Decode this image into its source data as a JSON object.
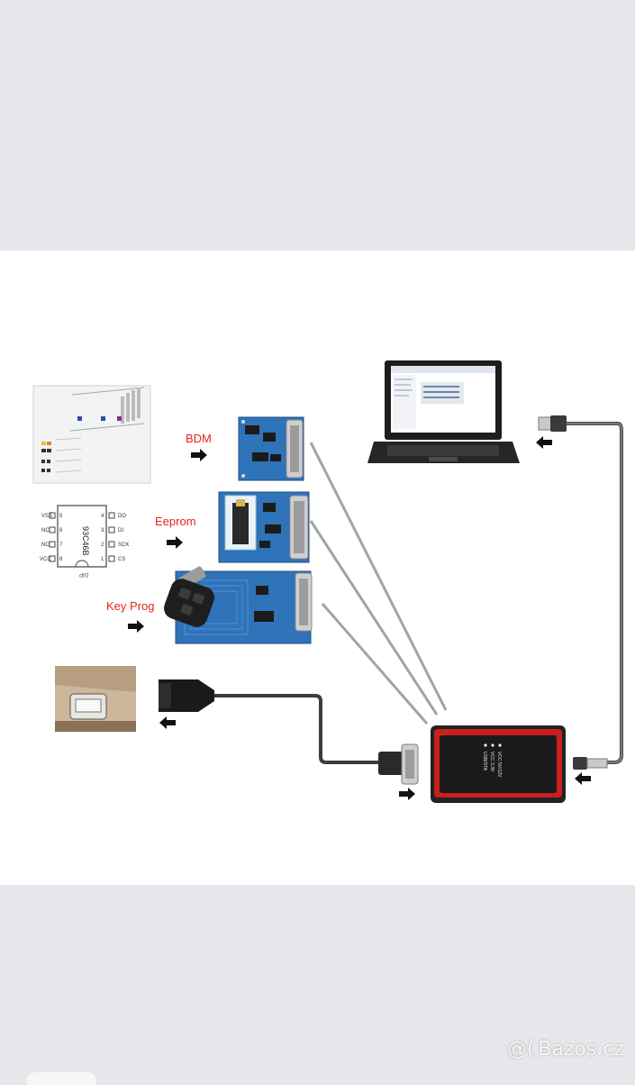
{
  "labels": {
    "bdm": "BDM",
    "eeprom": "Eeprom",
    "key_prog": "Key Prog"
  },
  "chip": {
    "part": "93C46B",
    "package": "DIP",
    "pins_left": [
      "VSS",
      "NC",
      "NC",
      "VCC"
    ],
    "pins_right": [
      "DO",
      "DI",
      "SCK",
      "CS"
    ],
    "pin_numbers_left": [
      "5",
      "6",
      "7",
      "8"
    ],
    "pin_numbers_right": [
      "4",
      "3",
      "2",
      "1"
    ]
  },
  "device": {
    "leds": [
      "USB/STA",
      "VCC 3.3V",
      "VCC 5V/12V"
    ]
  },
  "watermark": {
    "text": "Bazos.cz"
  },
  "colors": {
    "label_red": "#e8231b",
    "board_blue": "#2f73b8",
    "device_red": "#c91f1f",
    "cable_gray": "#8e8e8e"
  }
}
